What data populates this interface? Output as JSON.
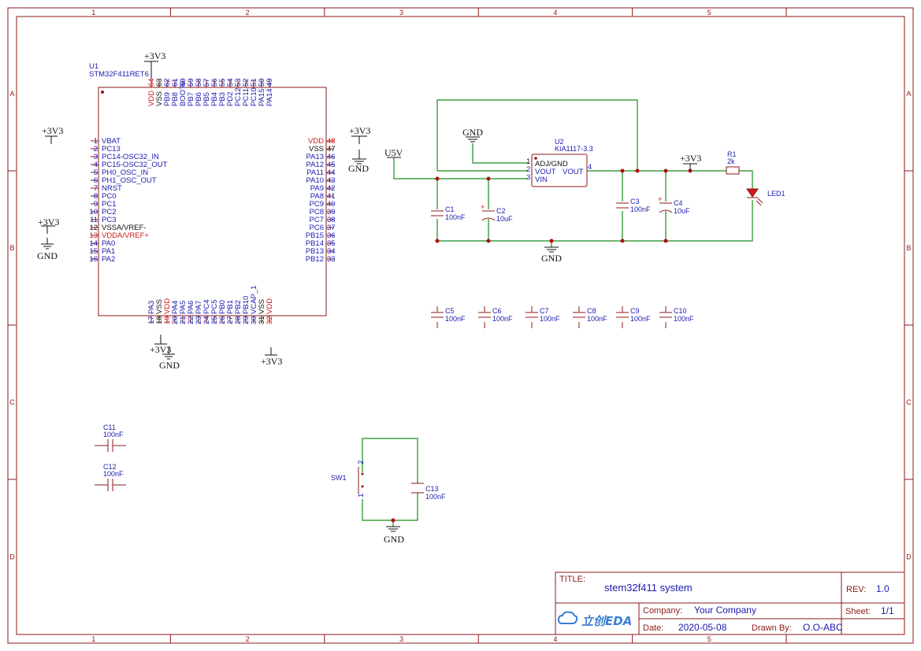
{
  "frame": {
    "columns": [
      "1",
      "2",
      "3",
      "4",
      "5"
    ],
    "rows": [
      "A",
      "B",
      "C",
      "D"
    ]
  },
  "u1": {
    "ref": "U1",
    "part": "STM32F411RET6",
    "left_pins": [
      {
        "num": "1",
        "name": "VBAT",
        "color": "blue"
      },
      {
        "num": "2",
        "name": "PC13",
        "color": "blue"
      },
      {
        "num": "3",
        "name": "PC14-OSC32_IN",
        "color": "blue"
      },
      {
        "num": "4",
        "name": "PC15-OSC32_OUT",
        "color": "blue"
      },
      {
        "num": "5",
        "name": "PH0_OSC_IN",
        "color": "blue"
      },
      {
        "num": "6",
        "name": "PH1_OSC_OUT",
        "color": "blue"
      },
      {
        "num": "7",
        "name": "NRST",
        "color": "blue"
      },
      {
        "num": "8",
        "name": "PC0",
        "color": "blue"
      },
      {
        "num": "9",
        "name": "PC1",
        "color": "blue"
      },
      {
        "num": "10",
        "name": "PC2",
        "color": "blue"
      },
      {
        "num": "11",
        "name": "PC3",
        "color": "blue"
      },
      {
        "num": "12",
        "name": "VSSA/VREF-",
        "color": "black"
      },
      {
        "num": "13",
        "name": "VDDA/VREF+",
        "color": "red"
      },
      {
        "num": "14",
        "name": "PA0",
        "color": "blue"
      },
      {
        "num": "15",
        "name": "PA1",
        "color": "blue"
      },
      {
        "num": "16",
        "name": "PA2",
        "color": "blue"
      }
    ],
    "right_pins": [
      {
        "num": "48",
        "name": "VDD",
        "color": "red"
      },
      {
        "num": "47",
        "name": "VSS",
        "color": "black"
      },
      {
        "num": "46",
        "name": "PA13",
        "color": "blue"
      },
      {
        "num": "45",
        "name": "PA12",
        "color": "blue"
      },
      {
        "num": "44",
        "name": "PA11",
        "color": "blue"
      },
      {
        "num": "43",
        "name": "PA10",
        "color": "blue"
      },
      {
        "num": "42",
        "name": "PA9",
        "color": "blue"
      },
      {
        "num": "41",
        "name": "PA8",
        "color": "blue"
      },
      {
        "num": "40",
        "name": "PC9",
        "color": "blue"
      },
      {
        "num": "39",
        "name": "PC8",
        "color": "blue"
      },
      {
        "num": "38",
        "name": "PC7",
        "color": "blue"
      },
      {
        "num": "37",
        "name": "PC6",
        "color": "blue"
      },
      {
        "num": "36",
        "name": "PB15",
        "color": "blue"
      },
      {
        "num": "35",
        "name": "PB14",
        "color": "blue"
      },
      {
        "num": "34",
        "name": "PB13",
        "color": "blue"
      },
      {
        "num": "33",
        "name": "PB12",
        "color": "blue"
      }
    ],
    "top_pins": [
      {
        "num": "64",
        "name": "VDD",
        "color": "red"
      },
      {
        "num": "63",
        "name": "VSS",
        "color": "black"
      },
      {
        "num": "62",
        "name": "PB9",
        "color": "blue"
      },
      {
        "num": "61",
        "name": "PB8",
        "color": "blue"
      },
      {
        "num": "60",
        "name": "BOOT0",
        "color": "blue"
      },
      {
        "num": "59",
        "name": "PB7",
        "color": "blue"
      },
      {
        "num": "58",
        "name": "PB6",
        "color": "blue"
      },
      {
        "num": "57",
        "name": "PB5",
        "color": "blue"
      },
      {
        "num": "56",
        "name": "PB4",
        "color": "blue"
      },
      {
        "num": "55",
        "name": "PB3",
        "color": "blue"
      },
      {
        "num": "54",
        "name": "PD2",
        "color": "blue"
      },
      {
        "num": "53",
        "name": "PC12",
        "color": "blue"
      },
      {
        "num": "52",
        "name": "PC11",
        "color": "blue"
      },
      {
        "num": "51",
        "name": "PC10",
        "color": "blue"
      },
      {
        "num": "50",
        "name": "PA15",
        "color": "blue"
      },
      {
        "num": "49",
        "name": "PA14",
        "color": "blue"
      }
    ],
    "bottom_pins": [
      {
        "num": "17",
        "name": "PA3",
        "color": "blue"
      },
      {
        "num": "18",
        "name": "VSS",
        "color": "black"
      },
      {
        "num": "19",
        "name": "VDD",
        "color": "red"
      },
      {
        "num": "20",
        "name": "PA4",
        "color": "blue"
      },
      {
        "num": "21",
        "name": "PA5",
        "color": "blue"
      },
      {
        "num": "22",
        "name": "PA6",
        "color": "blue"
      },
      {
        "num": "23",
        "name": "PA7",
        "color": "blue"
      },
      {
        "num": "24",
        "name": "PC4",
        "color": "blue"
      },
      {
        "num": "25",
        "name": "PC5",
        "color": "blue"
      },
      {
        "num": "26",
        "name": "PB0",
        "color": "blue"
      },
      {
        "num": "27",
        "name": "PB1",
        "color": "blue"
      },
      {
        "num": "28",
        "name": "PB2",
        "color": "blue"
      },
      {
        "num": "29",
        "name": "PB10",
        "color": "blue"
      },
      {
        "num": "30",
        "name": "VCAP_1",
        "color": "blue"
      },
      {
        "num": "31",
        "name": "VSS",
        "color": "black"
      },
      {
        "num": "32",
        "name": "VDD",
        "color": "red"
      }
    ]
  },
  "nets": {
    "v33": "+3V3",
    "gnd": "GND",
    "u5v": "U5V"
  },
  "u2": {
    "ref": "U2",
    "part": "KIA1117-3.3",
    "pin1_num": "1",
    "pin1": "ADJ/GND",
    "pin2_num": "2",
    "pin2": "VOUT",
    "pin3_num": "3",
    "pin3": "VIN",
    "pin4_num": "4",
    "pin4": "VOUT"
  },
  "caps": [
    {
      "ref": "C1",
      "value": "100nF"
    },
    {
      "ref": "C2",
      "value": "10uF"
    },
    {
      "ref": "C3",
      "value": "100nF"
    },
    {
      "ref": "C4",
      "value": "10uF"
    },
    {
      "ref": "C5",
      "value": "100nF"
    },
    {
      "ref": "C6",
      "value": "100nF"
    },
    {
      "ref": "C7",
      "value": "100nF"
    },
    {
      "ref": "C8",
      "value": "100nF"
    },
    {
      "ref": "C9",
      "value": "100nF"
    },
    {
      "ref": "C10",
      "value": "100nF"
    },
    {
      "ref": "C11",
      "value": "100nF"
    },
    {
      "ref": "C12",
      "value": "100nF"
    },
    {
      "ref": "C13",
      "value": "100nF"
    }
  ],
  "r1": {
    "ref": "R1",
    "value": "2k"
  },
  "led1": {
    "ref": "LED1"
  },
  "sw1": {
    "ref": "SW1",
    "pin1": "1",
    "pin2": "2"
  },
  "title_block": {
    "title_label": "TITLE:",
    "title": "stem32f411 system",
    "rev_label": "REV:",
    "rev": "1.0",
    "company_label": "Company:",
    "company": "Your Company",
    "sheet_label": "Sheet:",
    "sheet": "1/1",
    "date_label": "Date:",
    "date": "2020-05-08",
    "drawn_label": "Drawn By:",
    "drawn": "O.O-ABC",
    "logo": "立创EDA"
  }
}
